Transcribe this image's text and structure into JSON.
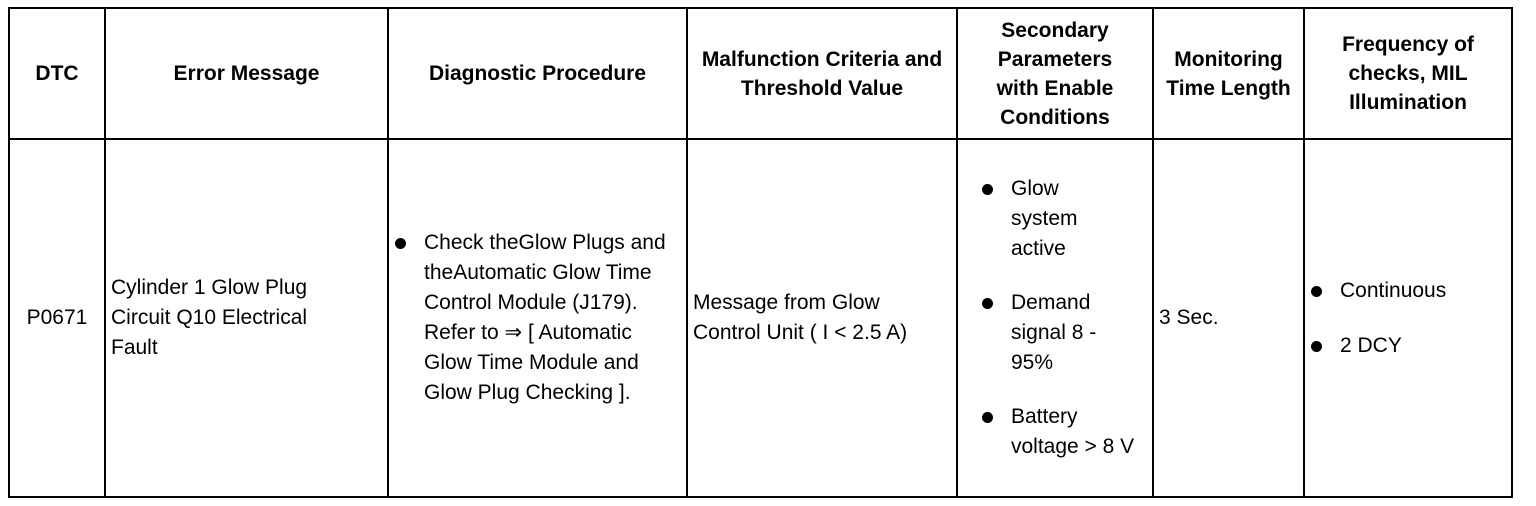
{
  "table": {
    "headers": {
      "dtc": "DTC",
      "error": "Error Message",
      "diagnostic": "Diagnostic Procedure",
      "malfunction": "Malfunction Criteria and Threshold Value",
      "secondary": "Secondary Parameters with Enable Conditions",
      "monitoring": "Monitoring Time Length",
      "frequency": "Frequency of checks, MIL Illumination"
    },
    "row": {
      "dtc": "P0671",
      "error": "Cylinder 1 Glow Plug Circuit Q10 Electrical Fault",
      "diagnostic": [
        "Check theGlow Plugs and theAutomatic Glow Time Control Module (J179). Refer to ⇒ [ Automatic Glow Time Module and Glow Plug Checking ]."
      ],
      "malfunction": "Message from Glow Control Unit ( I < 2.5 A)",
      "secondary": [
        "Glow system active",
        "Demand signal 8 - 95%",
        "Battery voltage > 8 V"
      ],
      "monitoring": "3 Sec.",
      "frequency": [
        "Continuous",
        "2 DCY"
      ]
    }
  }
}
